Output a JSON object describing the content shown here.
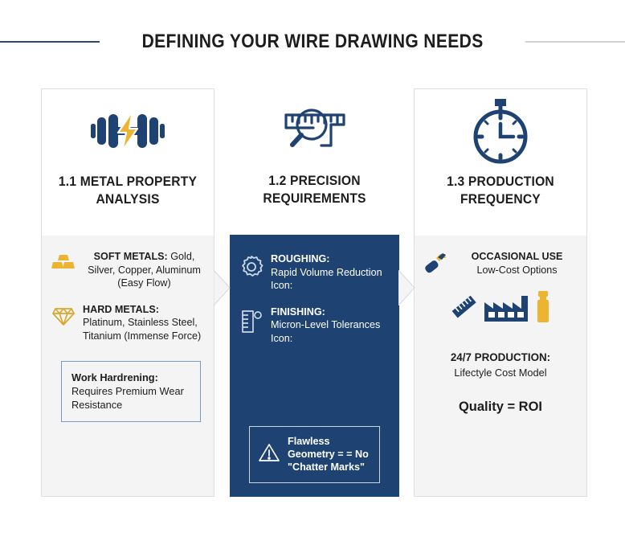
{
  "header": {
    "title": "DEFINING YOUR WIRE DRAWING NEEDS",
    "left_rule_color": "#2b4a72",
    "right_rule_color": "#d2d2d2"
  },
  "theme": {
    "navy": "#1e4372",
    "gold": "#e8b23c",
    "panel_gray": "#f4f4f4",
    "text_dark": "#1d1d1d"
  },
  "columns": [
    {
      "id": "metal-property-analysis",
      "title": "1.1 METAL PROPERTY ANALYSIS",
      "header_icon": "dumbbell-lightning-icon",
      "features": [
        {
          "icon": "gold-bars-icon",
          "label": "SOFT METALS:",
          "text": " Gold, Silver, Copper, Aluminum (Easy Flow)"
        },
        {
          "icon": "diamond-icon",
          "label": "HARD METALS:",
          "text": "Platinum, Stainless Steel, Titanium (Immense Force)"
        }
      ],
      "callout": {
        "label": "Work Hardrening:",
        "text": "Requires Premium Wear Resistance"
      }
    },
    {
      "id": "precision-requirements",
      "title": "1.2 PRECISION REQUIREMENTS",
      "header_icon": "magnifier-ruler-icon",
      "features": [
        {
          "icon": "gear-icon",
          "label": "ROUGHING:",
          "text": "Rapid Volume Reduction Icon:"
        },
        {
          "icon": "micrometer-icon",
          "label": "FINISHING:",
          "text": "Micron-Level Tolerances Icon:"
        }
      ],
      "callout": {
        "icon": "warning-triangle-icon",
        "text": "Flawless Geometry = = No \"Chatter Marks\""
      }
    },
    {
      "id": "production-frequency",
      "title": "1.3 PRODUCTION FREQUENCY",
      "header_icon": "stopwatch-icon",
      "features": [
        {
          "icon": "wrench-icon",
          "label": "OCCASIONAL USE",
          "text": "Low-Cost Options"
        }
      ],
      "icon_row": [
        "ruler-icon",
        "factory-icon",
        "gold-cylinder-icon"
      ],
      "block": {
        "label": "24/7 PRODUCTION:",
        "text": "Lifectyle Cost Model"
      },
      "roi": "Quality = ROI"
    }
  ]
}
